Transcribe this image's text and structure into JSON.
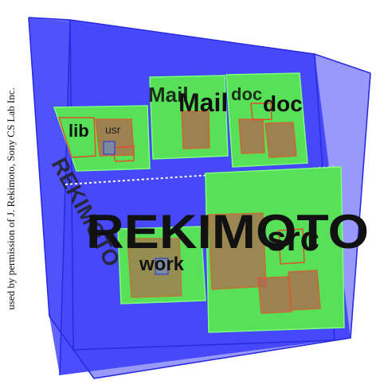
{
  "credit": "used by permission of J. Rekimoto, Sony CS Lab Inc.",
  "colors": {
    "outer_box": "#4a4cff",
    "outer_edge": "#2a2ce0",
    "folder_fill": "#58e058",
    "folder_edge": "#7cff7c",
    "file_edge": "#e0502a",
    "file_fill": "#b06a50",
    "text_dark": "#111111",
    "leader_line": "#ffffff"
  },
  "scene": {
    "root_label": "REKIMOTO",
    "folders": [
      {
        "id": "lib",
        "label": "lib",
        "sublabel": "usr"
      },
      {
        "id": "mail",
        "label": "Mail",
        "ghost": "Mail"
      },
      {
        "id": "doc",
        "label": "doc",
        "ghost": "doc"
      },
      {
        "id": "src",
        "label": "src"
      },
      {
        "id": "work",
        "label": "work"
      },
      {
        "id": "side",
        "label": "REKIMOTO"
      }
    ]
  }
}
